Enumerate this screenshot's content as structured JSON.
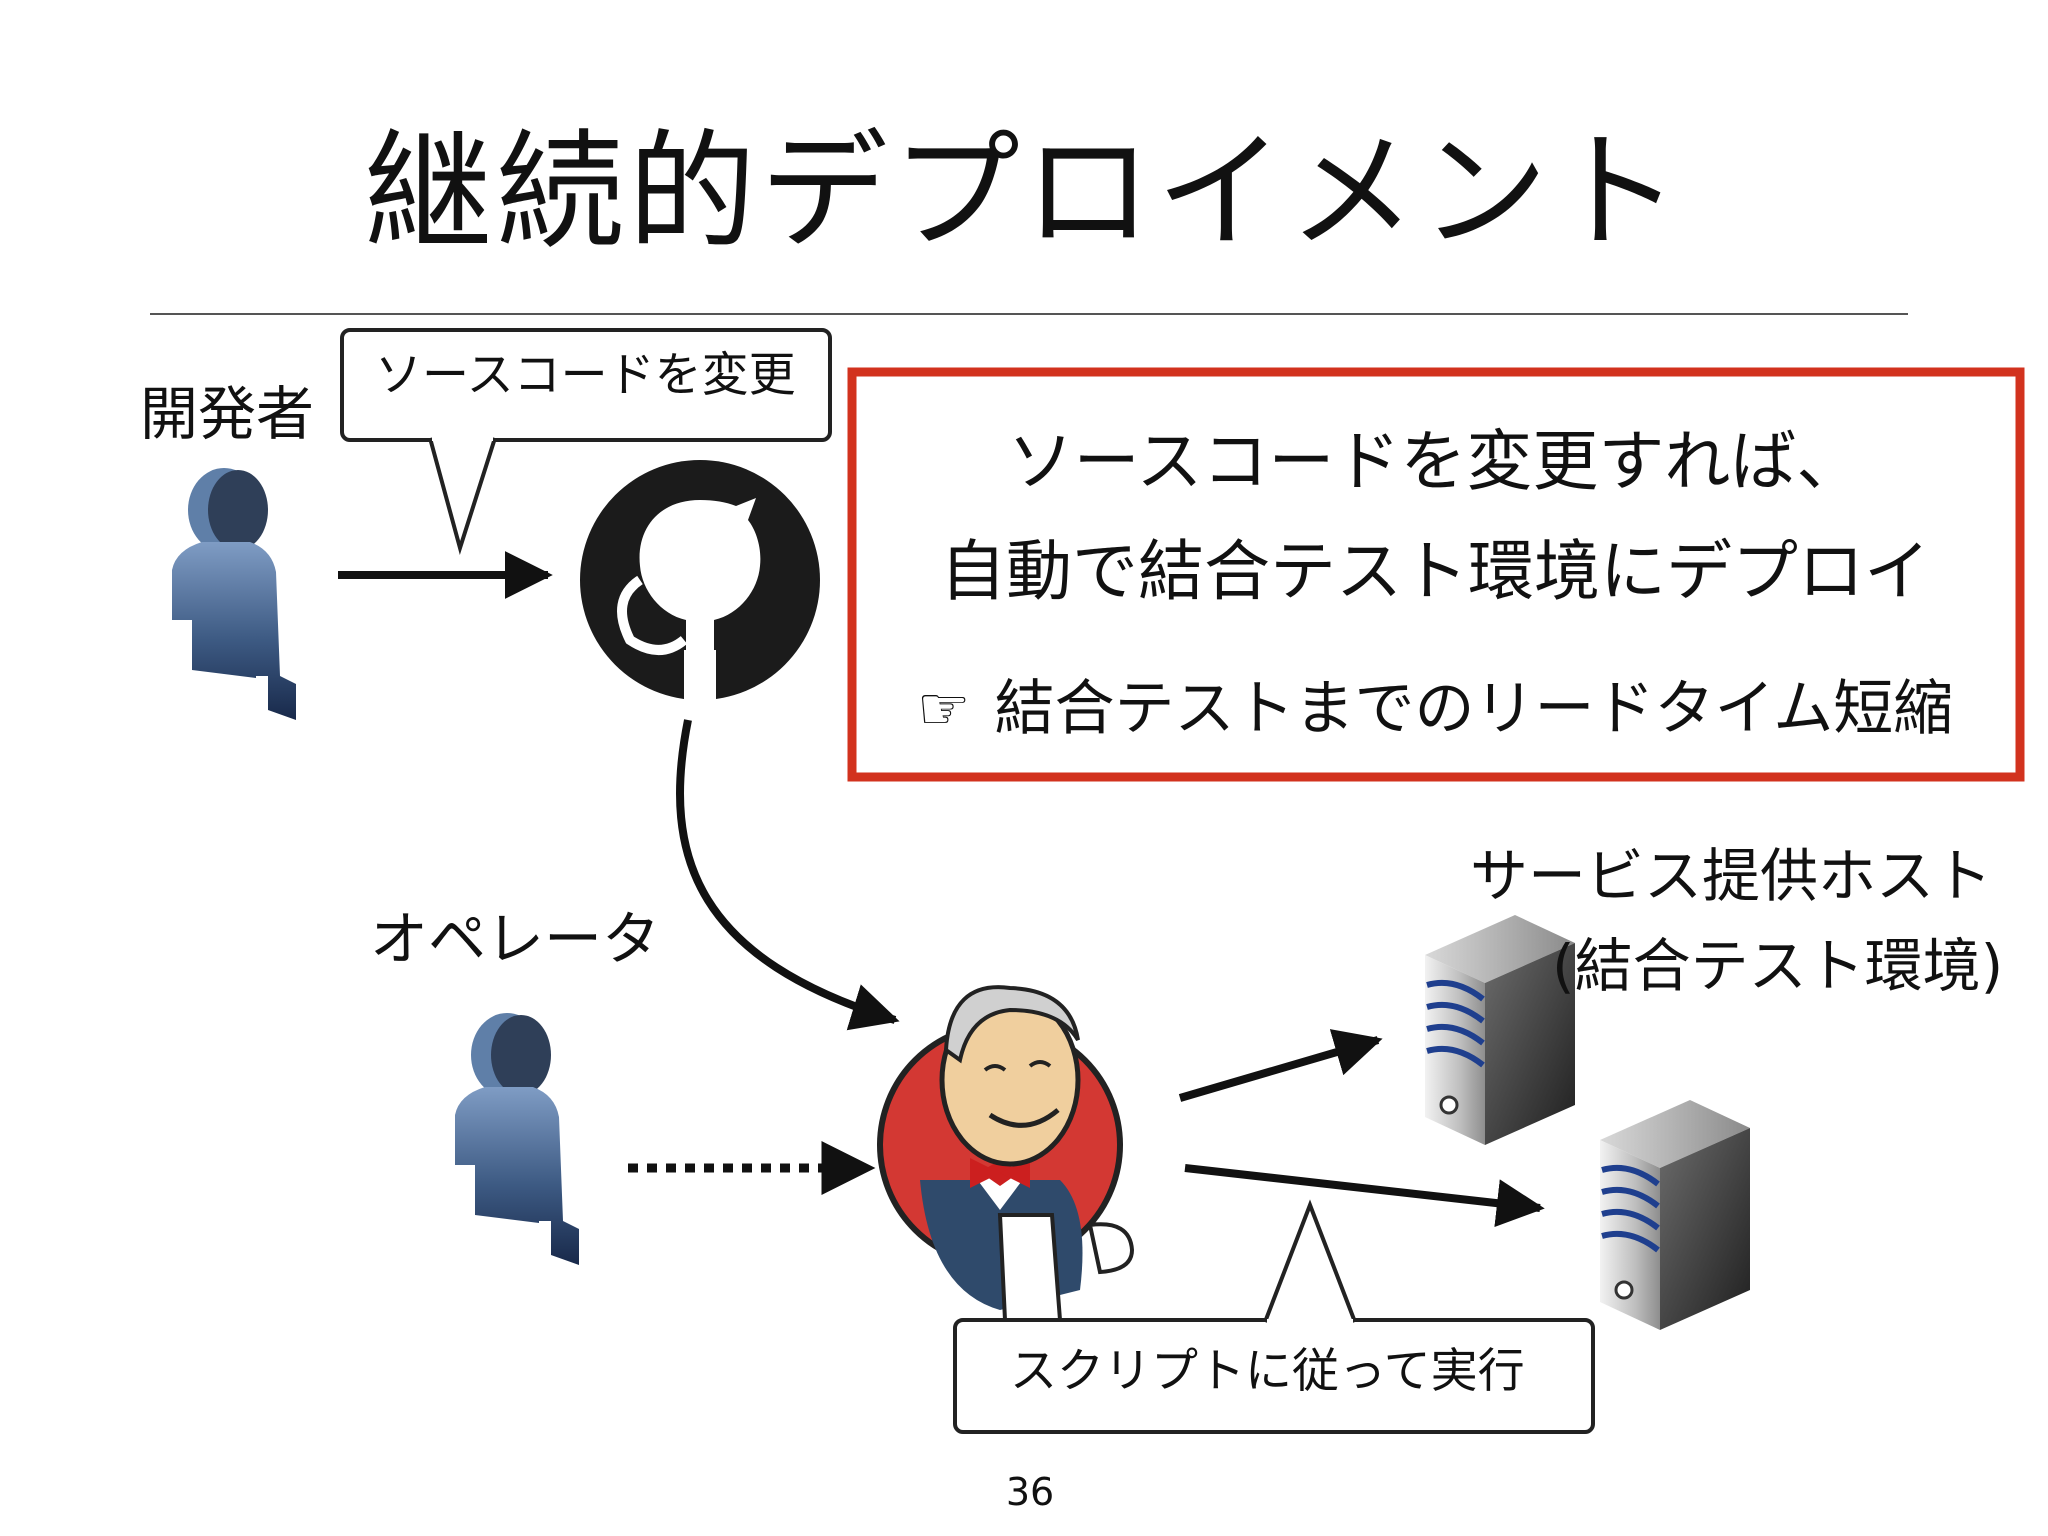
{
  "slide": {
    "title": "継続的デプロイメント",
    "page_number": "36"
  },
  "labels": {
    "developer": "開発者",
    "operator": "オペレータ",
    "host_line1": "サービス提供ホスト",
    "host_line2": "(結合テスト環境)"
  },
  "bubbles": {
    "top": "ソースコードを変更",
    "bottom": "スクリプトに従って実行"
  },
  "callout": {
    "line1": "ソースコードを変更すれば、",
    "line2": "自動で結合テスト環境にデプロイ",
    "bullet_icon": "☞",
    "line3": "結合テストまでのリードタイム短縮",
    "border_color": "#d2321e"
  },
  "icons": {
    "developer": "person-icon",
    "operator": "person-icon",
    "repo": "github-octocat-icon",
    "ci": "jenkins-butler-icon",
    "server": "server-tower-icon"
  }
}
